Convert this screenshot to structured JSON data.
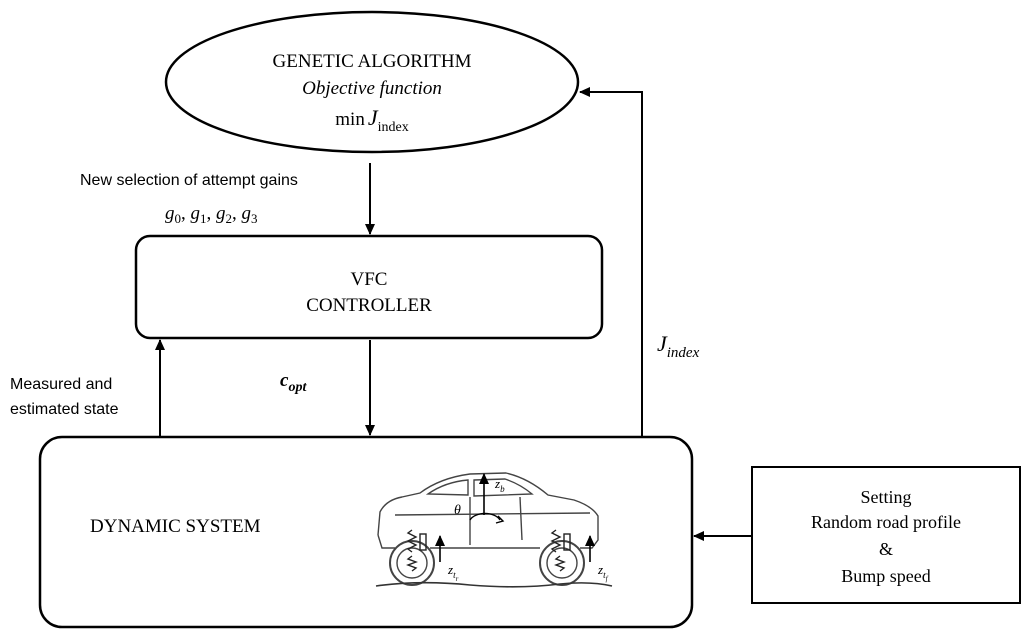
{
  "nodes": {
    "genetic_algorithm": {
      "title": "GENETIC ALGORITHM",
      "subtitle": "Objective function",
      "formula_prefix": "min",
      "formula_var": "J",
      "formula_sub": "index"
    },
    "vfc_controller": {
      "line1": "VFC",
      "line2": "CONTROLLER"
    },
    "dynamic_system": {
      "label": "DYNAMIC SYSTEM"
    },
    "setting": {
      "line1": "Setting",
      "line2": "Random road profile",
      "line3": "&",
      "line4": "Bump speed"
    }
  },
  "edges": {
    "gains": {
      "label": "New selection of attempt gains",
      "g0": "g",
      "g0_sub": "0",
      "g1": "g",
      "g1_sub": "1",
      "g2": "g",
      "g2_sub": "2",
      "g3": "g",
      "g3_sub": "3",
      "sep": ", "
    },
    "c_opt": {
      "var": "c",
      "sub": "opt"
    },
    "measured": {
      "line1": "Measured and",
      "line2": "estimated state"
    },
    "j_index": {
      "var": "J",
      "sub": "index"
    }
  },
  "car_labels": {
    "z_b": "z",
    "z_b_sub": "b",
    "theta": "θ",
    "z_tr": "z",
    "z_tr_sub": "t",
    "z_tr_subsub": "r",
    "z_tf": "z",
    "z_tf_sub": "t",
    "z_tf_subsub": "f"
  }
}
